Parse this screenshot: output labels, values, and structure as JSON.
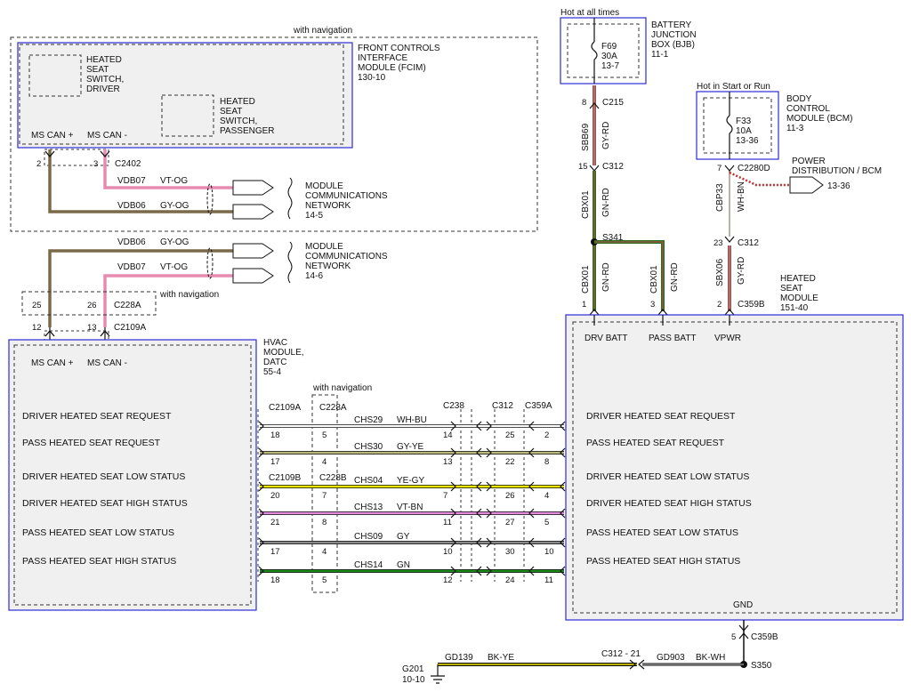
{
  "notes": {
    "with_navigation_top": "with navigation",
    "with_navigation_mid": "with navigation",
    "with_navigation_bottom": "with navigation",
    "hot_at_all_times": "Hot at all times",
    "hot_in_start_or_run": "Hot in Start or Run"
  },
  "fcim": {
    "title_lines": [
      "FRONT CONTROLS",
      "INTERFACE",
      "MODULE (FCIM)",
      "130-10"
    ],
    "driver_switch_lines": [
      "HEATED",
      "SEAT",
      "SWITCH,",
      "DRIVER"
    ],
    "pass_switch_lines": [
      "HEATED",
      "SEAT",
      "SWITCH,",
      "PASSENGER"
    ],
    "pin_can_plus_label": "MS CAN +",
    "pin_can_minus_label": "MS CAN -",
    "pin_can_plus": "2",
    "pin_can_minus": "3",
    "connector": "C2402"
  },
  "network_top": {
    "circuit_1": "VDB07",
    "color_1": "VT-OG",
    "circuit_2": "VDB06",
    "color_2": "GY-OG",
    "title_lines": [
      "MODULE",
      "COMMUNICATIONS",
      "NETWORK",
      "14-5"
    ]
  },
  "network_mid": {
    "circuit_1": "VDB06",
    "color_1": "GY-OG",
    "circuit_2": "VDB07",
    "color_2": "VT-OG",
    "title_lines": [
      "MODULE",
      "COMMUNICATIONS",
      "NETWORK",
      "14-6"
    ]
  },
  "c228a_box": {
    "pin_1": "25",
    "pin_2": "26",
    "connector": "C228A"
  },
  "hvac": {
    "title_lines": [
      "HVAC",
      "MODULE,",
      "DATC",
      "55-4"
    ],
    "pin_can_plus": "12",
    "pin_can_minus": "13",
    "connector": "C2109A",
    "can_plus_label": "MS CAN +",
    "can_minus_label": "MS CAN -"
  },
  "bjb": {
    "fuse_lines": [
      "F69",
      "30A",
      "13-7"
    ],
    "title_lines": [
      "BATTERY",
      "JUNCTION",
      "BOX (BJB)",
      "11-1"
    ]
  },
  "bcm": {
    "fuse_lines": [
      "F33",
      "10A",
      "13-36"
    ],
    "title_lines": [
      "BODY",
      "CONTROL",
      "MODULE (BCM)",
      "11-3"
    ]
  },
  "power_dist": {
    "title": "POWER",
    "subtitle": "DISTRIBUTION / BCM",
    "ref": "13-36"
  },
  "batt_feed": {
    "pin_top": "8",
    "conn_top": "C215",
    "circuit_1": "SBB69",
    "color_1": "GY-RD",
    "pin_mid": "15",
    "conn_mid": "C312",
    "circuit_2": "CBX01",
    "color_2": "GN-RD",
    "splice": "S341",
    "circuit_3": "CBX01",
    "color_3": "GN-RD",
    "circuit_4": "CBX01",
    "color_4": "GN-RD"
  },
  "bcm_feed": {
    "pin_top": "7",
    "conn_top": "C2280D",
    "circuit_1": "CBP33",
    "color_1": "WH-BN",
    "pin_mid": "23",
    "conn_mid": "C312",
    "circuit_2": "SBX06",
    "color_2": "GY-RD"
  },
  "hsm": {
    "title_lines": [
      "HEATED",
      "SEAT",
      "MODULE",
      "151-40"
    ],
    "pin_drv_batt": "1",
    "pin_pass_batt": "3",
    "pin_vpwr": "2",
    "connector": "C359B",
    "drv_batt_label": "DRV BATT",
    "pass_batt_label": "PASS BATT",
    "vpwr_label": "VPWR",
    "gnd_label": "GND"
  },
  "signal_connectors": {
    "top": [
      "C2109A",
      "C228A",
      "C238",
      "C312",
      "C359A"
    ],
    "mid": [
      "C2109B",
      "C228B"
    ]
  },
  "signals": [
    {
      "hvac_label": "DRIVER HEATED SEAT REQUEST",
      "hsm_label": "DRIVER HEATED SEAT REQUEST",
      "p1": "18",
      "p2": "5",
      "circuit": "CHS29",
      "wire_color": "WH-BU",
      "p3": "14",
      "p4": "25",
      "p5": "2",
      "stroke": "#ffffff"
    },
    {
      "hvac_label": "PASS HEATED SEAT REQUEST",
      "hsm_label": "PASS HEATED SEAT REQUEST",
      "p1": "17",
      "p2": "4",
      "circuit": "CHS30",
      "wire_color": "GY-YE",
      "p3": "13",
      "p4": "22",
      "p5": "8",
      "stroke": "#b9b97a"
    },
    {
      "hvac_label": "DRIVER HEATED SEAT LOW STATUS",
      "hsm_label": "DRIVER HEATED SEAT LOW STATUS",
      "p1": "20",
      "p2": "7",
      "circuit": "CHS04",
      "wire_color": "YE-GY",
      "p3": "7",
      "p4": "26",
      "p5": "4",
      "stroke": "#f0e600"
    },
    {
      "hvac_label": "DRIVER HEATED SEAT HIGH STATUS",
      "hsm_label": "DRIVER HEATED SEAT HIGH STATUS",
      "p1": "21",
      "p2": "8",
      "circuit": "CHS13",
      "wire_color": "VT-BN",
      "p3": "11",
      "p4": "27",
      "p5": "5",
      "stroke": "#e58be0"
    },
    {
      "hvac_label": "PASS HEATED SEAT LOW STATUS",
      "hsm_label": "PASS HEATED SEAT LOW STATUS",
      "p1": "17",
      "p2": "4",
      "circuit": "CHS09",
      "wire_color": "GY",
      "p3": "10",
      "p4": "30",
      "p5": "10",
      "stroke": "#8a8a8a"
    },
    {
      "hvac_label": "PASS HEATED SEAT HIGH STATUS",
      "hsm_label": "PASS HEATED SEAT HIGH STATUS",
      "p1": "18",
      "p2": "5",
      "circuit": "CHS14",
      "wire_color": "GN",
      "p3": "12",
      "p4": "24",
      "p5": "11",
      "stroke": "#1e8a1e"
    }
  ],
  "ground": {
    "pin": "5",
    "connector": "C359B",
    "circuit_1": "GD139",
    "color_1": "BK-YE",
    "inline_conn": "C312 - 21",
    "circuit_2": "GD903",
    "color_2": "BK-WH",
    "splice": "S350",
    "g_label": "G201",
    "g_ref": "10-10"
  },
  "colors": {
    "module_border": "#2b2bd6",
    "module_fill": "#f0f0f0",
    "gy_og_wire": "#7a6a4a",
    "vt_og_wire": "#e58bb0",
    "gn_rd_wire": "#2e6b1e",
    "gy_rd_wire": "#8a5a5a"
  }
}
